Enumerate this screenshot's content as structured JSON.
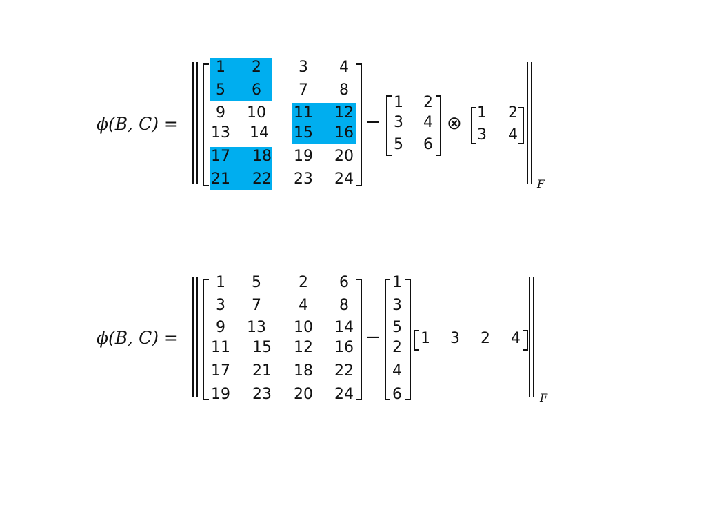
{
  "colors": {
    "highlight": "#00aeef",
    "ink": "#111111",
    "background": "#ffffff"
  },
  "equation1": {
    "lhs": {
      "phi": "ϕ",
      "args": "(B, C)",
      "eq": "="
    },
    "matrix_a": {
      "rows": [
        [
          "1",
          "2",
          "3",
          "4"
        ],
        [
          "5",
          "6",
          "7",
          "8"
        ],
        [
          "9",
          "10",
          "11",
          "12"
        ],
        [
          "13",
          "14",
          "15",
          "16"
        ],
        [
          "17",
          "18",
          "19",
          "20"
        ],
        [
          "21",
          "22",
          "23",
          "24"
        ]
      ]
    },
    "minus": "−",
    "matrix_b": {
      "rows": [
        [
          "1",
          "2"
        ],
        [
          "3",
          "4"
        ],
        [
          "5",
          "6"
        ]
      ]
    },
    "kron": "⊗",
    "matrix_c": {
      "rows": [
        [
          "1",
          "2"
        ],
        [
          "3",
          "4"
        ]
      ]
    },
    "norm_subscript": "F"
  },
  "equation2": {
    "lhs": {
      "phi": "ϕ",
      "args": "(B, C)",
      "eq": "="
    },
    "matrix_a": {
      "rows": [
        [
          "1",
          "5",
          "2",
          "6"
        ],
        [
          "3",
          "7",
          "4",
          "8"
        ],
        [
          "9",
          "13",
          "10",
          "14"
        ],
        [
          "11",
          "15",
          "12",
          "16"
        ],
        [
          "17",
          "21",
          "18",
          "22"
        ],
        [
          "19",
          "23",
          "20",
          "24"
        ]
      ]
    },
    "minus": "−",
    "col_vector": {
      "rows": [
        [
          "1"
        ],
        [
          "3"
        ],
        [
          "5"
        ],
        [
          "2"
        ],
        [
          "4"
        ],
        [
          "6"
        ]
      ]
    },
    "row_vector": {
      "rows": [
        [
          "1",
          "3",
          "2",
          "4"
        ]
      ]
    },
    "norm_subscript": "F"
  }
}
